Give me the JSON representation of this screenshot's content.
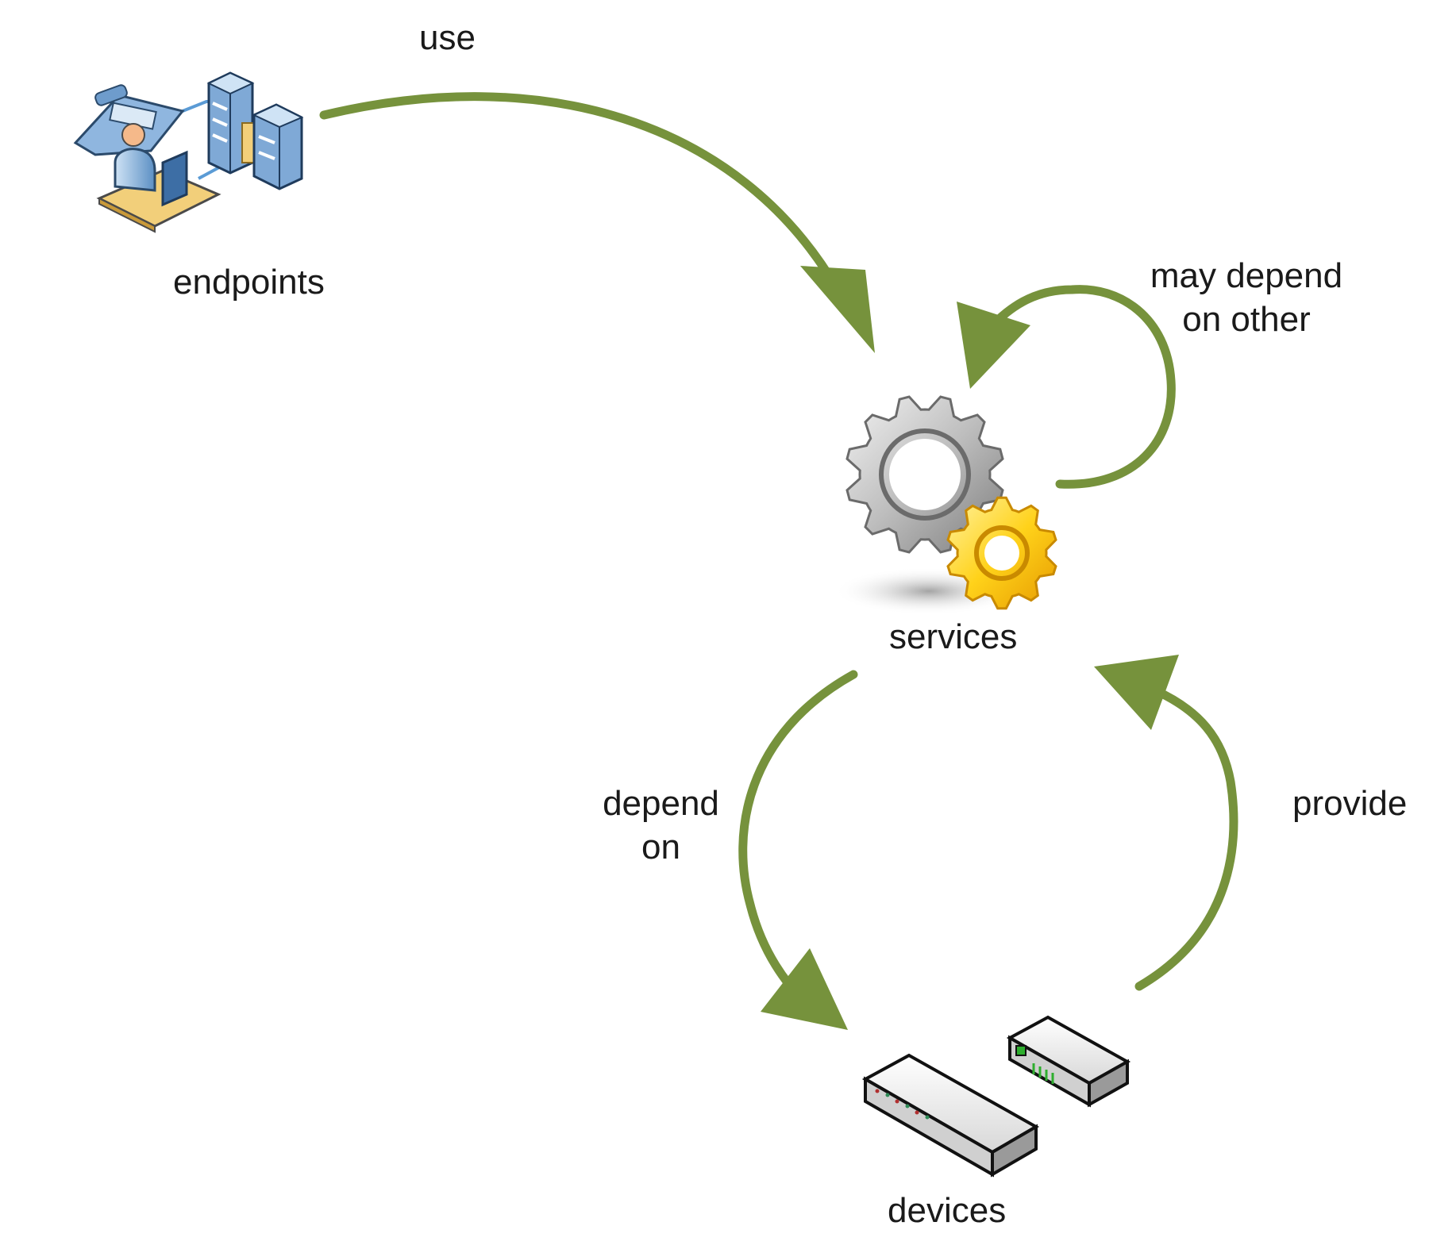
{
  "nodes": {
    "endpoints": {
      "label": "endpoints",
      "icon": "endpoints-icon"
    },
    "services": {
      "label": "services",
      "icon": "gears-icon"
    },
    "devices": {
      "label": "devices",
      "icon": "network-devices-icon"
    }
  },
  "edges": {
    "use": {
      "label": "use"
    },
    "self_dependency": {
      "line1": "may depend",
      "line2": "on other"
    },
    "depend_on": {
      "line1": "depend",
      "line2": "on"
    },
    "provide": {
      "label": "provide"
    }
  },
  "colors": {
    "arrow": "#76923c",
    "text": "#1a1a1a",
    "gear_grey": "#b0b0b0",
    "gear_gold": "#f5c000"
  }
}
